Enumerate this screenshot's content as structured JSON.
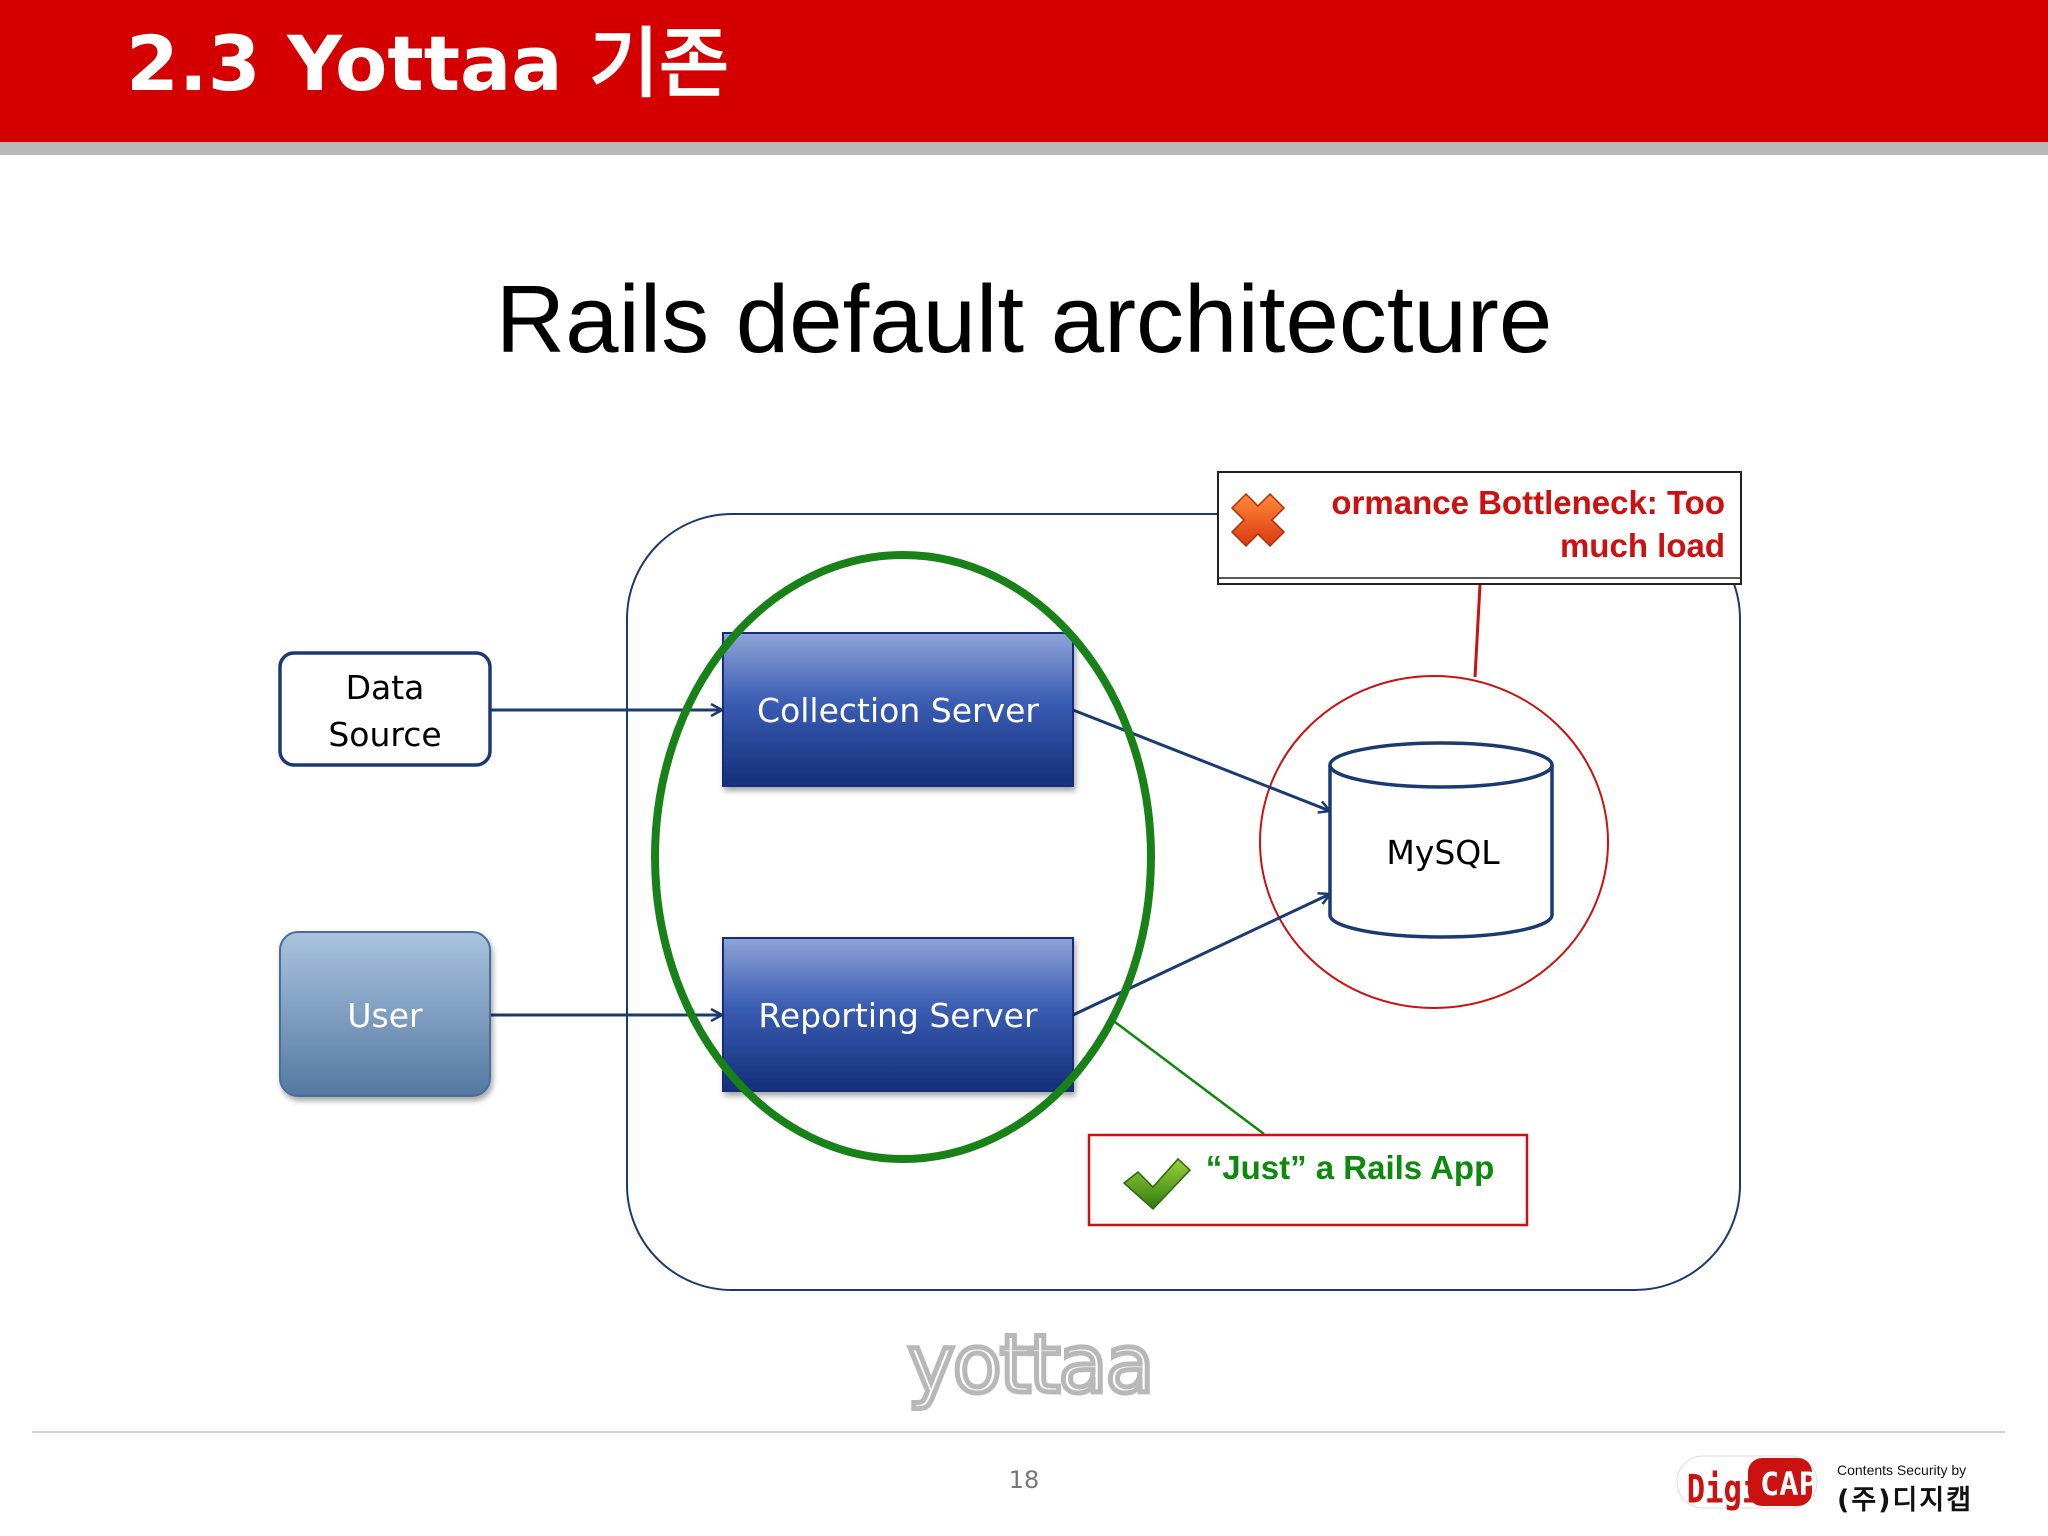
{
  "header": {
    "title": "2.3 Yottaa 기존"
  },
  "slide": {
    "title": "Rails default architecture"
  },
  "diagram": {
    "nodes": {
      "data_source": {
        "line1": "Data",
        "line2": "Source"
      },
      "user": "User",
      "collection_server": "Collection Server",
      "reporting_server": "Reporting Server",
      "database": "MySQL"
    },
    "callouts": {
      "bottleneck": {
        "line1": "ormance Bottleneck: Too",
        "line2": "much load"
      },
      "rails_app": "“Just” a Rails App"
    },
    "icons": {
      "bottleneck": "x-mark-icon",
      "rails_app": "checkmark-icon"
    },
    "colors": {
      "header_red": "#d40000",
      "server_blue": "#1f3f8f",
      "node_outline": "#1c3a72",
      "highlight_green": "#188218",
      "bottleneck_red": "#cc1111",
      "rails_green": "#0d8a0d"
    }
  },
  "footer": {
    "page_number": "18",
    "logo_text": "yottaa",
    "brand_logo_a": "Digi",
    "brand_logo_b": "CAP",
    "brand_tagline": "Contents Security by",
    "brand_name": "(주)디지캡"
  }
}
